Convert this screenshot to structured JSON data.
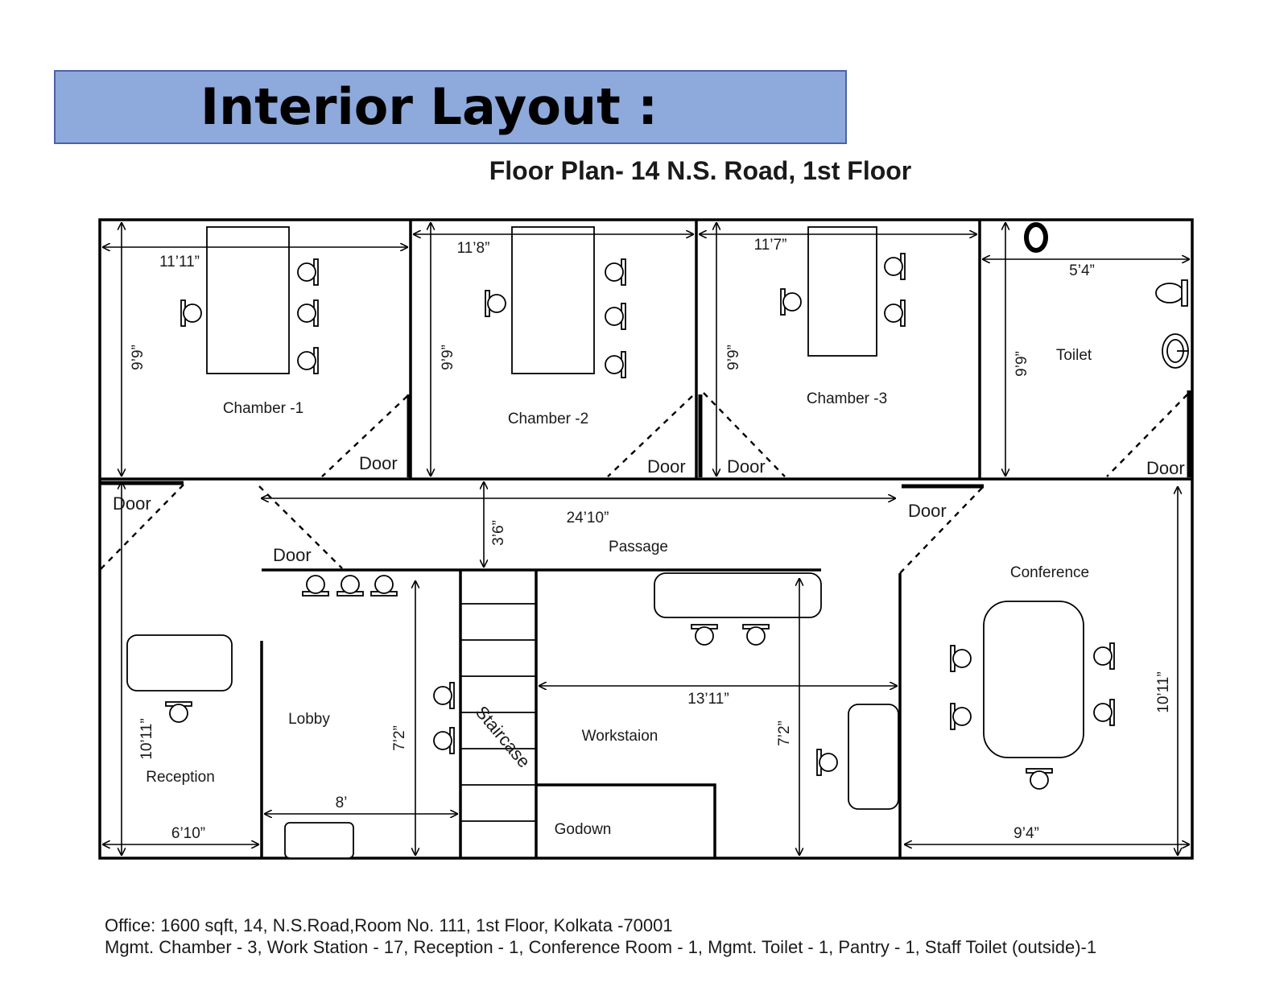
{
  "title": "Interior Layout :",
  "subtitle": "Floor Plan- 14 N.S. Road, 1st Floor",
  "rooms": {
    "chamber1": "Chamber -1",
    "chamber2": "Chamber -2",
    "chamber3": "Chamber -3",
    "toilet": "Toilet",
    "passage": "Passage",
    "reception": "Reception",
    "lobby": "Lobby",
    "staircase": "Staircase",
    "workstation": "Workstaion",
    "godown": "Godown",
    "conference": "Conference"
  },
  "door_label": "Door",
  "dimensions": {
    "c1_width": "11’11”",
    "c2_width": "11’8”",
    "c3_width": "11’7”",
    "toilet_width": "5’4”",
    "room_height": "9’9”",
    "passage_length": "24’10”",
    "passage_width": "3’6”",
    "reception_height": "10’11”",
    "reception_width": "6’10”",
    "lobby_width": "8’",
    "lobby_height": "7’2”",
    "workstation_width": "13’11”",
    "workstation_height": "7’2”",
    "conference_width": "9’4”",
    "conference_height": "10’11”"
  },
  "footer": {
    "line1": "Office: 1600 sqft, 14, N.S.Road,Room No. 111, 1st Floor, Kolkata -70001",
    "line2": "Mgmt. Chamber - 3, Work Station - 17, Reception - 1, Conference Room - 1, Mgmt. Toilet - 1, Pantry - 1, Staff Toilet (outside)-1"
  },
  "colors": {
    "banner": "#8ea9db",
    "banner_border": "#4a63a6",
    "walls": "#000000"
  }
}
